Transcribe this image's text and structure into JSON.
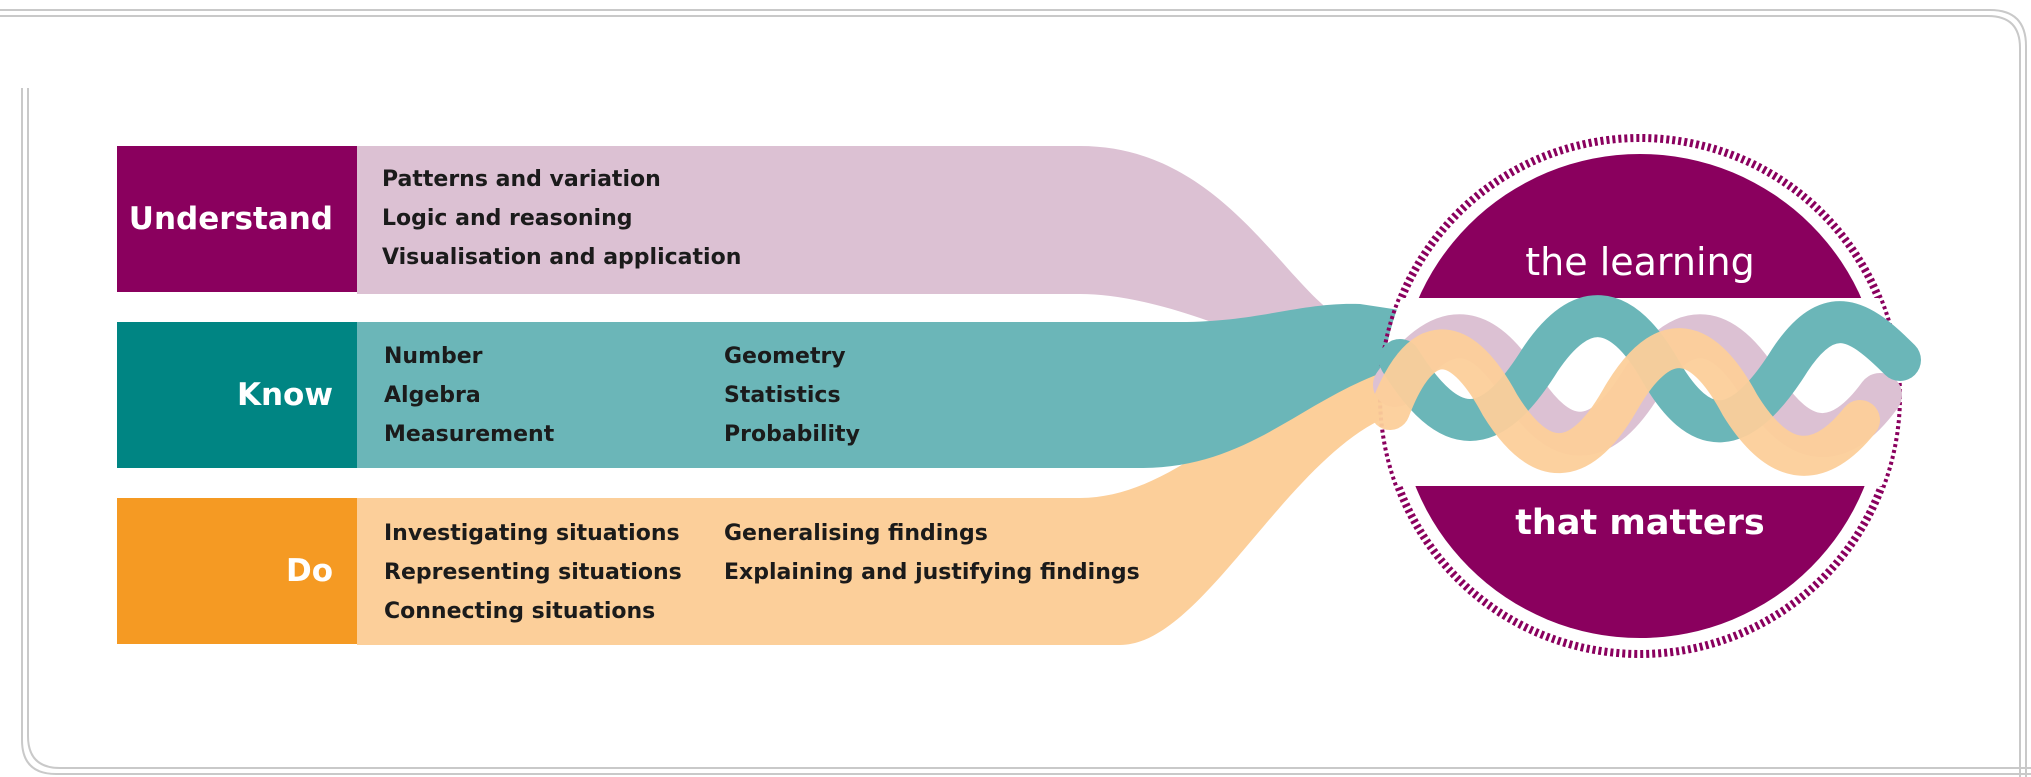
{
  "colors": {
    "understand_dark": "#8a005e",
    "understand_light": "#dcc1d3",
    "know_dark": "#008583",
    "know_light": "#6bb6b8",
    "do_dark": "#f59a23",
    "do_light": "#fccf9a",
    "circle": "#8a005e",
    "frame": "#c9c9c9"
  },
  "understand": {
    "label": "Understand",
    "items": [
      "Patterns and variation",
      "Logic and reasoning",
      "Visualisation and application"
    ]
  },
  "know": {
    "label": "Know",
    "col1": [
      "Number",
      "Algebra",
      "Measurement"
    ],
    "col2": [
      "Geometry",
      "Statistics",
      "Probability"
    ]
  },
  "do": {
    "label": "Do",
    "col1": [
      "Investigating situations",
      "Representing situations",
      "Connecting situations"
    ],
    "col2": [
      "Generalising findings",
      "Explaining and justifying findings"
    ]
  },
  "circle": {
    "top": "the learning",
    "bottom": "that matters"
  }
}
